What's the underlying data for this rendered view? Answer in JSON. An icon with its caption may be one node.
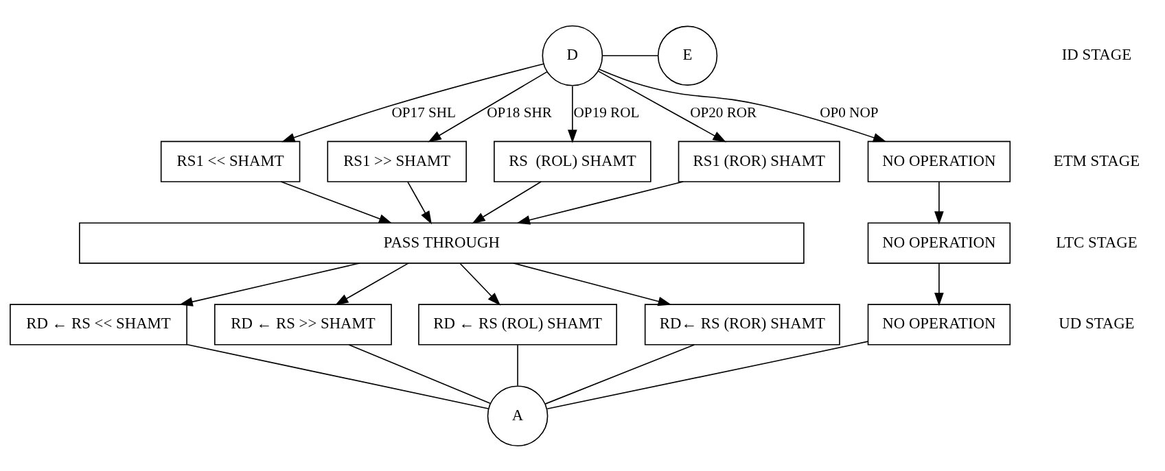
{
  "diagram": {
    "nodes": [
      {
        "text": [
          "D"
        ]
      },
      {
        "text": [
          "E"
        ]
      },
      {
        "text": [
          "RS1 << SHAMT"
        ]
      },
      {
        "text": [
          "RS1 >> SHAMT"
        ]
      },
      {
        "text": [
          "RS  (ROL) SHAMT"
        ]
      },
      {
        "text": [
          "RS1 (ROR) SHAMT"
        ]
      },
      {
        "text": [
          "NO OPERATION"
        ]
      },
      {
        "text": [
          "PASS THROUGH"
        ]
      },
      {
        "text": [
          "NO OPERATION"
        ]
      },
      {
        "text": [
          "RD ← RS << SHAMT"
        ]
      },
      {
        "text": [
          "RD ← RS >> SHAMT"
        ]
      },
      {
        "text": [
          "RD ← RS (ROL) SHAMT"
        ]
      },
      {
        "text": [
          "RD← RS (ROR) SHAMT"
        ]
      },
      {
        "text": [
          "NO OPERATION"
        ]
      },
      {
        "text": [
          "A"
        ]
      }
    ],
    "edges": [
      {
        "from": 0,
        "to": 1,
        "arrow": "none"
      },
      {
        "from": 0,
        "to": 2,
        "arrow": "to",
        "label": "OP17 SHL"
      },
      {
        "from": 0,
        "to": 3,
        "arrow": "to",
        "label": "OP18 SHR"
      },
      {
        "from": 0,
        "to": 4,
        "arrow": "to",
        "label": "OP19 ROL"
      },
      {
        "from": 0,
        "to": 5,
        "arrow": "to",
        "label": "OP20 ROR"
      },
      {
        "from": 0,
        "to": 6,
        "arrow": "to",
        "label": "OP0 NOP"
      },
      {
        "from": 2,
        "to": 7,
        "arrow": "to"
      },
      {
        "from": 3,
        "to": 7,
        "arrow": "to"
      },
      {
        "from": 4,
        "to": 7,
        "arrow": "to"
      },
      {
        "from": 5,
        "to": 7,
        "arrow": "to"
      },
      {
        "from": 6,
        "to": 8,
        "arrow": "to"
      },
      {
        "from": 7,
        "to": 9,
        "arrow": "to"
      },
      {
        "from": 7,
        "to": 10,
        "arrow": "to"
      },
      {
        "from": 7,
        "to": 11,
        "arrow": "to"
      },
      {
        "from": 7,
        "to": 12,
        "arrow": "to"
      },
      {
        "from": 8,
        "to": 13,
        "arrow": "to"
      },
      {
        "from": 9,
        "to": 14,
        "arrow": "none"
      },
      {
        "from": 10,
        "to": 14,
        "arrow": "none"
      },
      {
        "from": 11,
        "to": 14,
        "arrow": "none"
      },
      {
        "from": 12,
        "to": 14,
        "arrow": "none"
      },
      {
        "from": 13,
        "to": 14,
        "arrow": "none"
      }
    ],
    "labels": [
      "ID STAGE",
      "ETM STAGE",
      "LTC STAGE",
      "UD STAGE"
    ]
  }
}
